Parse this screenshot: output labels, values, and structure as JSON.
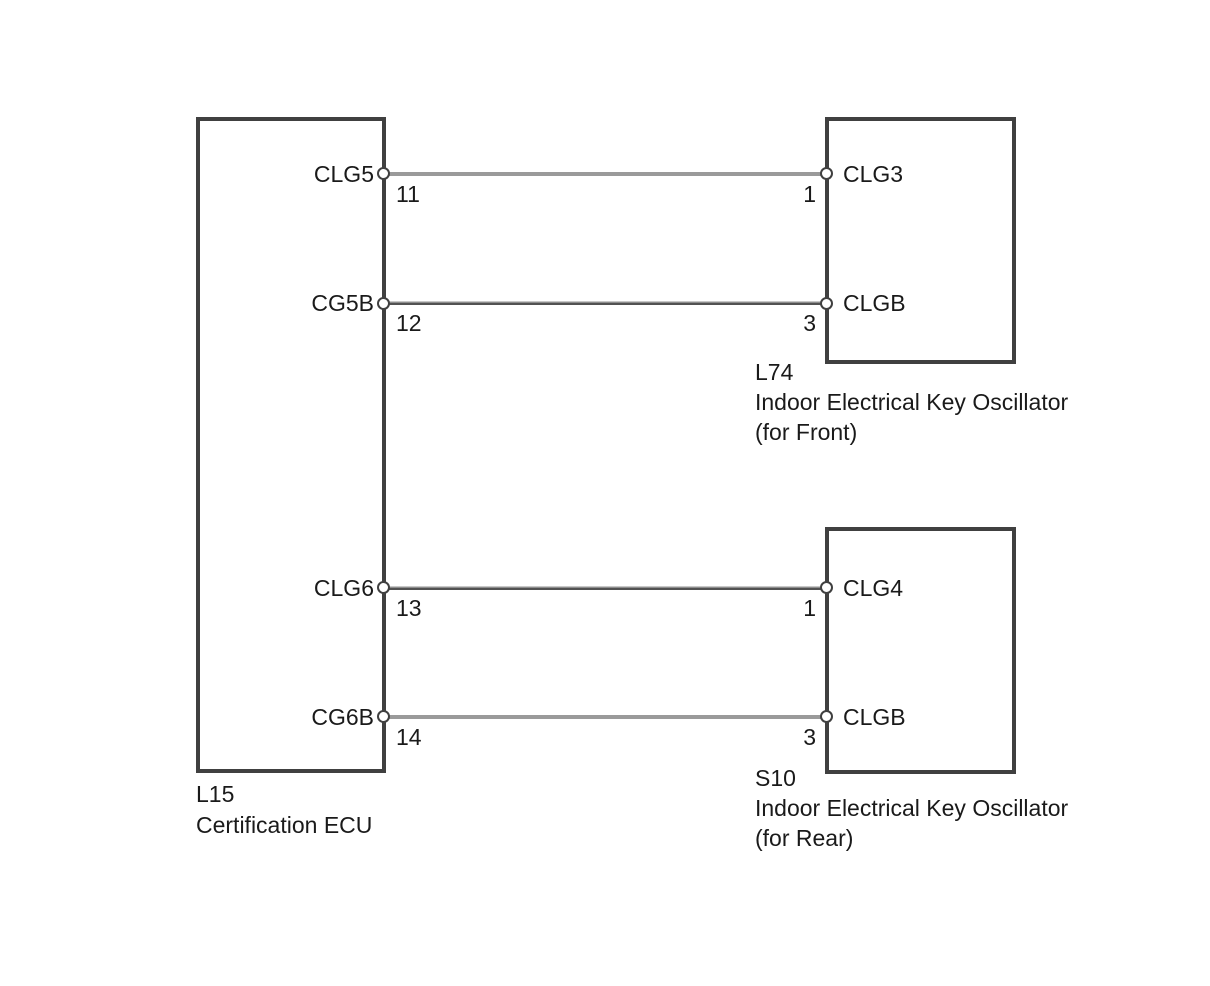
{
  "components": {
    "ecu": {
      "code": "L15",
      "name": "Certification ECU",
      "pins": [
        {
          "label": "CLG5",
          "number": "11"
        },
        {
          "label": "CG5B",
          "number": "12"
        },
        {
          "label": "CLG6",
          "number": "13"
        },
        {
          "label": "CG6B",
          "number": "14"
        }
      ]
    },
    "front": {
      "code": "L74",
      "name": "Indoor Electrical Key Oscillator",
      "variant": "(for Front)",
      "pins": [
        {
          "label": "CLG3",
          "number": "1"
        },
        {
          "label": "CLGB",
          "number": "3"
        }
      ]
    },
    "rear": {
      "code": "S10",
      "name": "Indoor Electrical Key Oscillator",
      "variant": "(for Rear)",
      "pins": [
        {
          "label": "CLG4",
          "number": "1"
        },
        {
          "label": "CLGB",
          "number": "3"
        }
      ]
    }
  },
  "wires": [
    {
      "from_pin": "L15 pin 11 (CLG5)",
      "to_pin": "L74 pin 1 (CLG3)",
      "color": "#9a9a9a"
    },
    {
      "from_pin": "L15 pin 12 (CG5B)",
      "to_pin": "L74 pin 3 (CLGB)",
      "color": "#525252"
    },
    {
      "from_pin": "L15 pin 13 (CLG6)",
      "to_pin": "S10 pin 1 (CLG4)",
      "color": "#525252"
    },
    {
      "from_pin": "L15 pin 14 (CG6B)",
      "to_pin": "S10 pin 3 (CLGB)",
      "color": "#9a9a9a"
    }
  ],
  "colors": {
    "background": "#ffffff",
    "box_border": "#404040",
    "text": "#1a1a1a",
    "wire_gray": "#9a9a9a",
    "wire_dark": "#525252"
  }
}
